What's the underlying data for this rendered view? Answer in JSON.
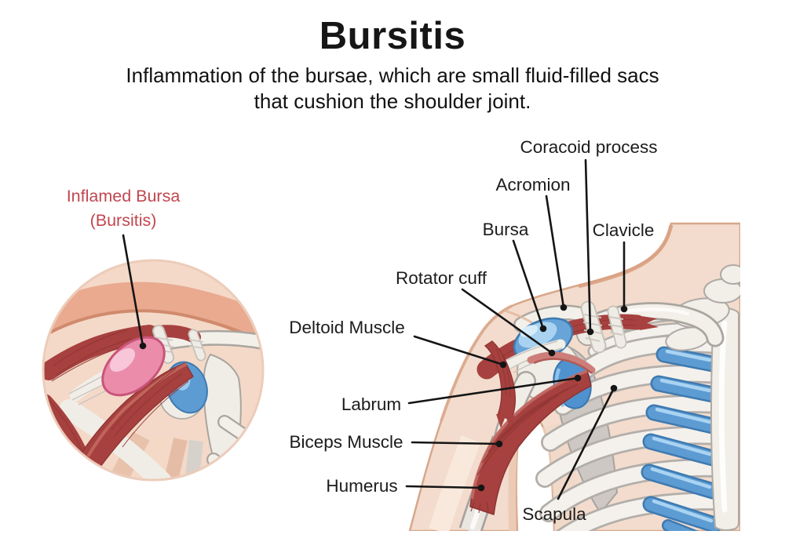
{
  "header": {
    "title": "Bursitis",
    "subtitle_line1": "Inflammation of the bursae, which are small fluid-filled sacs",
    "subtitle_line2": "that cushion the shoulder joint."
  },
  "inset": {
    "label_line1": "Inflamed Bursa",
    "label_line2": "(Bursitis)"
  },
  "anatomy_labels": {
    "coracoid": "Coracoid process",
    "acromion": "Acromion",
    "bursa": "Bursa",
    "clavicle": "Clavicle",
    "rotator_cuff": "Rotator cuff",
    "deltoid": "Deltoid Muscle",
    "labrum": "Labrum",
    "biceps": "Biceps Muscle",
    "humerus": "Humerus",
    "scapula": "Scapula"
  },
  "colors": {
    "background": "#ffffff",
    "title_text": "#161616",
    "label_text": "#1c1c1c",
    "inset_label_text": "#c1474f",
    "leader_line": "#151515",
    "skin_light": "#f3dccd",
    "skin_edge": "#d7a78c",
    "skin_band": "#e9aa90",
    "muscle_red": "#a6413f",
    "muscle_red_dark": "#8c3331",
    "muscle_red_light": "#c46b66",
    "bone_white": "#f3f0ea",
    "bone_outline": "#aaa59f",
    "cartilage_blue": "#5d9bd3",
    "cartilage_blue_dark": "#3e7ab0",
    "cartilage_blue_light": "#a9d3f2",
    "bursa_blue": "#68a4d8",
    "inflamed_bursa_pink": "#eb8cab",
    "inflamed_bursa_rim": "#c9547a",
    "inflamed_bursa_highlight": "#f7c6d8"
  }
}
